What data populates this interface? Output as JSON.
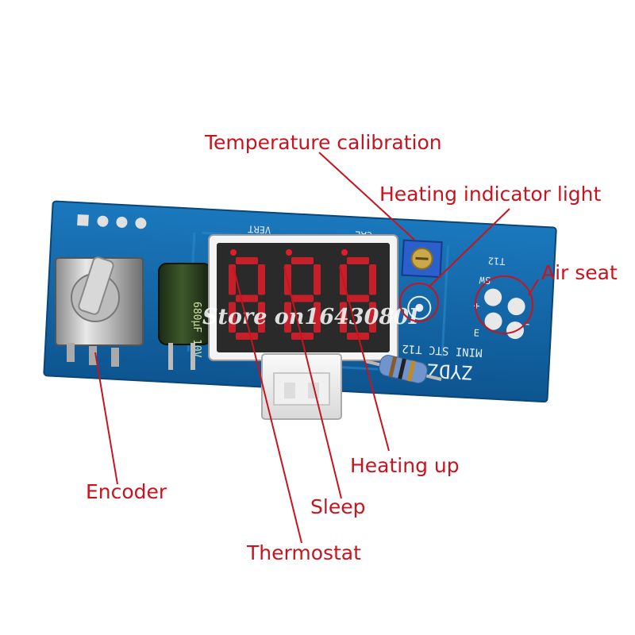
{
  "labels": {
    "temperature_calibration": "Temperature calibration",
    "heating_indicator_light": "Heating indicator light",
    "air_seat": "Air seat",
    "encoder": "Encoder",
    "heating_up": "Heating up",
    "sleep": "Sleep",
    "thermostat": "Thermostat"
  },
  "board": {
    "silkscreen_model": "ZYDZ",
    "silkscreen_name": "MINI STC T12",
    "silkscreen_cal": "CAL",
    "silkscreen_t12": "T12",
    "silkscreen_sw": "SW",
    "silkscreen_e": "E",
    "silkscreen_plus": "+",
    "silkscreen_minus": "−",
    "silkscreen_vert": "VERT",
    "capacitor_text": "680μF 10V",
    "display_digits": [
      "8",
      "8",
      "8"
    ]
  },
  "watermark": "Store on1643080I",
  "colors": {
    "label_red": "#c8141e",
    "pcb_blue": "#1568a8",
    "display_red": "#e21d2a"
  }
}
